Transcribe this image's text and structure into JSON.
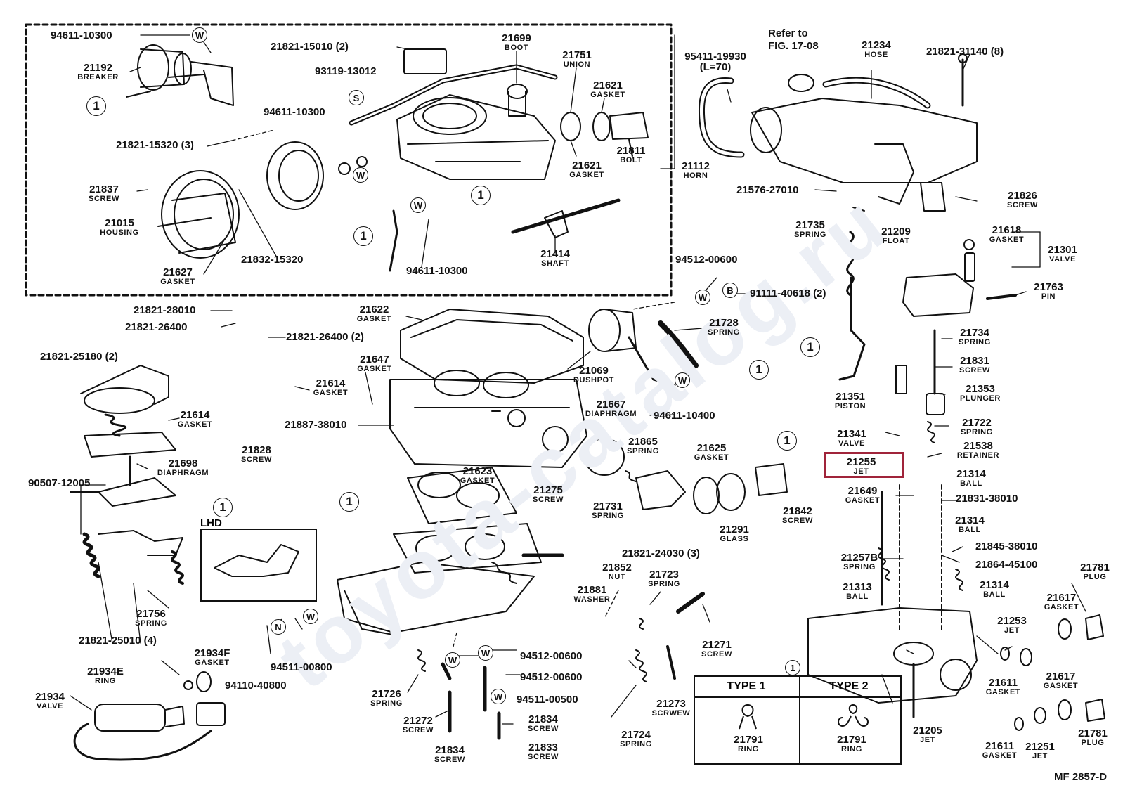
{
  "diagram_code": "MF 2857-D",
  "watermark": "toyota-catalog.ru",
  "lhd_label": "LHD",
  "type_box": {
    "type1": "TYPE 1",
    "type2": "TYPE 2",
    "left_part": {
      "number": "21791",
      "name": "RING"
    },
    "right_part": {
      "number": "21791",
      "name": "RING"
    }
  },
  "highlighted_part": "21255",
  "parts": [
    {
      "id": "p1",
      "number": "94611-10300",
      "name": ""
    },
    {
      "id": "p2",
      "number": "21192",
      "name": "BREAKER"
    },
    {
      "id": "p3",
      "number": "21821-15010 (2)",
      "name": ""
    },
    {
      "id": "p4",
      "number": "21699",
      "name": "BOOT"
    },
    {
      "id": "p5",
      "number": "21751",
      "name": "UNION"
    },
    {
      "id": "p6",
      "number": "93119-13012",
      "name": ""
    },
    {
      "id": "p7",
      "number": "21621",
      "name": "GASKET"
    },
    {
      "id": "p8",
      "number": "94611-10300",
      "name": ""
    },
    {
      "id": "p9",
      "number": "21821-15320 (3)",
      "name": ""
    },
    {
      "id": "p10",
      "number": "21621",
      "name": "GASKET"
    },
    {
      "id": "p11",
      "number": "21811",
      "name": "BOLT"
    },
    {
      "id": "p12",
      "number": "21112",
      "name": "HORN"
    },
    {
      "id": "p13",
      "number": "21837",
      "name": "SCREW"
    },
    {
      "id": "p14",
      "number": "21015",
      "name": "HOUSING"
    },
    {
      "id": "p15",
      "number": "21832-15320",
      "name": ""
    },
    {
      "id": "p16",
      "number": "21627",
      "name": "GASKET"
    },
    {
      "id": "p17",
      "number": "94611-10300",
      "name": ""
    },
    {
      "id": "p18",
      "number": "21414",
      "name": "SHAFT"
    },
    {
      "id": "p19",
      "number": "Refer to",
      "name": ""
    },
    {
      "id": "p20",
      "number": "FIG. 17-08",
      "name": ""
    },
    {
      "id": "p21",
      "number": "95411-19930",
      "name": "(L=70)"
    },
    {
      "id": "p22",
      "number": "21234",
      "name": "HOSE"
    },
    {
      "id": "p23",
      "number": "21821-31140 (8)",
      "name": ""
    },
    {
      "id": "p24",
      "number": "21576-27010",
      "name": ""
    },
    {
      "id": "p25",
      "number": "21826",
      "name": "SCREW"
    },
    {
      "id": "p26",
      "number": "21735",
      "name": "SPRING"
    },
    {
      "id": "p27",
      "number": "21209",
      "name": "FLOAT"
    },
    {
      "id": "p28",
      "number": "21618",
      "name": "GASKET"
    },
    {
      "id": "p29",
      "number": "21301",
      "name": "VALVE"
    },
    {
      "id": "p30",
      "number": "21763",
      "name": "PIN"
    },
    {
      "id": "p31",
      "number": "94512-00600",
      "name": ""
    },
    {
      "id": "p32",
      "number": "91111-40618 (2)",
      "name": ""
    },
    {
      "id": "p33",
      "number": "21821-28010",
      "name": ""
    },
    {
      "id": "p34",
      "number": "21821-26400",
      "name": ""
    },
    {
      "id": "p35",
      "number": "21821-26400 (2)",
      "name": ""
    },
    {
      "id": "p36",
      "number": "21622",
      "name": "GASKET"
    },
    {
      "id": "p37",
      "number": "21728",
      "name": "SPRING"
    },
    {
      "id": "p38",
      "number": "21734",
      "name": "SPRING"
    },
    {
      "id": "p39",
      "number": "21821-25180 (2)",
      "name": ""
    },
    {
      "id": "p40",
      "number": "21647",
      "name": "GASKET"
    },
    {
      "id": "p41",
      "number": "21069",
      "name": "DUSHPOT"
    },
    {
      "id": "p42",
      "number": "21831",
      "name": "SCREW"
    },
    {
      "id": "p43",
      "number": "21614",
      "name": "GASKET"
    },
    {
      "id": "p44",
      "number": "21351",
      "name": "PISTON"
    },
    {
      "id": "p45",
      "number": "21353",
      "name": "PLUNGER"
    },
    {
      "id": "p46",
      "number": "21614",
      "name": "GASKET"
    },
    {
      "id": "p47",
      "number": "21667",
      "name": "DIAPHRAGM"
    },
    {
      "id": "p48",
      "number": "94611-10400",
      "name": ""
    },
    {
      "id": "p49",
      "number": "21887-38010",
      "name": ""
    },
    {
      "id": "p50",
      "number": "21722",
      "name": "SPRING"
    },
    {
      "id": "p51",
      "number": "21341",
      "name": "VALVE"
    },
    {
      "id": "p52",
      "number": "21828",
      "name": "SCREW"
    },
    {
      "id": "p53",
      "number": "21865",
      "name": "SPRING"
    },
    {
      "id": "p54",
      "number": "21625",
      "name": "GASKET"
    },
    {
      "id": "p55",
      "number": "21538",
      "name": "RETAINER"
    },
    {
      "id": "p56",
      "number": "21698",
      "name": "DIAPHRAGM"
    },
    {
      "id": "p57",
      "number": "21623",
      "name": "GASKET"
    },
    {
      "id": "p58",
      "number": "21255",
      "name": "JET"
    },
    {
      "id": "p59",
      "number": "21314",
      "name": "BALL"
    },
    {
      "id": "p60",
      "number": "90507-12005",
      "name": ""
    },
    {
      "id": "p61",
      "number": "21275",
      "name": "SCREW"
    },
    {
      "id": "p62",
      "number": "21649",
      "name": "GASKET"
    },
    {
      "id": "p63",
      "number": "21831-38010",
      "name": ""
    },
    {
      "id": "p64",
      "number": "21731",
      "name": "SPRING"
    },
    {
      "id": "p65",
      "number": "21842",
      "name": "SCREW"
    },
    {
      "id": "p66",
      "number": "21291",
      "name": "GLASS"
    },
    {
      "id": "p67",
      "number": "21314",
      "name": "BALL"
    },
    {
      "id": "p68",
      "number": "21845-38010",
      "name": ""
    },
    {
      "id": "p69",
      "number": "21821-24030 (3)",
      "name": ""
    },
    {
      "id": "p70",
      "number": "21852",
      "name": "NUT"
    },
    {
      "id": "p71",
      "number": "21257B",
      "name": "SPRING"
    },
    {
      "id": "p72",
      "number": "21864-45100",
      "name": ""
    },
    {
      "id": "p73",
      "number": "21723",
      "name": "SPRING"
    },
    {
      "id": "p74",
      "number": "21881",
      "name": "WASHER"
    },
    {
      "id": "p75",
      "number": "21781",
      "name": "PLUG"
    },
    {
      "id": "p76",
      "number": "21313",
      "name": "BALL"
    },
    {
      "id": "p77",
      "number": "21314",
      "name": "BALL"
    },
    {
      "id": "p78",
      "number": "21617",
      "name": "GASKET"
    },
    {
      "id": "p79",
      "number": "21756",
      "name": "SPRING"
    },
    {
      "id": "p80",
      "number": "21253",
      "name": "JET"
    },
    {
      "id": "p81",
      "number": "21821-25010 (4)",
      "name": ""
    },
    {
      "id": "p82",
      "number": "21271",
      "name": "SCREW"
    },
    {
      "id": "p83",
      "number": "21934F",
      "name": "GASKET"
    },
    {
      "id": "p84",
      "number": "94512-00600",
      "name": ""
    },
    {
      "id": "p85",
      "number": "21934E",
      "name": "RING"
    },
    {
      "id": "p86",
      "number": "94511-00800",
      "name": ""
    },
    {
      "id": "p87",
      "number": "94110-40800",
      "name": ""
    },
    {
      "id": "p88",
      "number": "21726",
      "name": "SPRING"
    },
    {
      "id": "p89",
      "number": "94512-00600",
      "name": ""
    },
    {
      "id": "p90",
      "number": "21611",
      "name": "GASKET"
    },
    {
      "id": "p91",
      "number": "21617",
      "name": "GASKET"
    },
    {
      "id": "p92",
      "number": "21934",
      "name": "VALVE"
    },
    {
      "id": "p93",
      "number": "94511-00500",
      "name": ""
    },
    {
      "id": "p94",
      "number": "21273",
      "name": "SCRWEW"
    },
    {
      "id": "p95",
      "number": "21272",
      "name": "SCREW"
    },
    {
      "id": "p96",
      "number": "21834",
      "name": "SCREW"
    },
    {
      "id": "p97",
      "number": "21724",
      "name": "SPRING"
    },
    {
      "id": "p98",
      "number": "21205",
      "name": "JET"
    },
    {
      "id": "p99",
      "number": "21781",
      "name": "PLUG"
    },
    {
      "id": "p100",
      "number": "21834",
      "name": "SCREW"
    },
    {
      "id": "p101",
      "number": "21833",
      "name": "SCREW"
    },
    {
      "id": "p102",
      "number": "21611",
      "name": "GASKET"
    },
    {
      "id": "p103",
      "number": "21251",
      "name": "JET"
    }
  ],
  "symbols": {
    "w": "W",
    "s": "S",
    "b": "B",
    "n": "N",
    "one": "1"
  }
}
